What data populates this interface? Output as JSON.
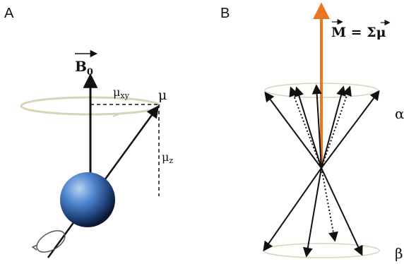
{
  "panel_a": {
    "letter": "A",
    "field_label": "B",
    "field_subscript": "0",
    "moment_label": "μ",
    "mu_xy_base": "μ",
    "mu_xy_sub": "xy",
    "mu_z_base": "μ",
    "mu_z_sub": "z"
  },
  "panel_b": {
    "letter": "B",
    "equation": "M = Σμ",
    "alpha_label": "α",
    "beta_label": "β"
  },
  "colors": {
    "net_magnetization": "#e87722",
    "sphere": "#3a72c4",
    "ring": "#d7d4b8"
  }
}
